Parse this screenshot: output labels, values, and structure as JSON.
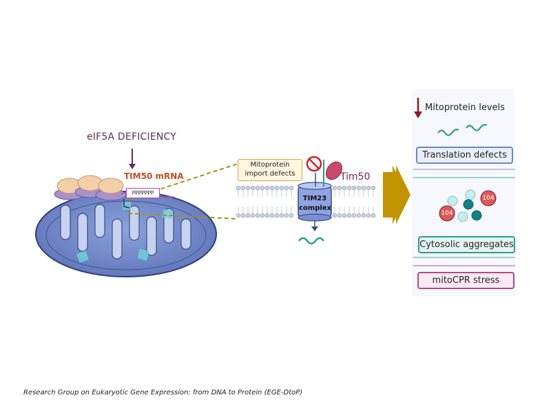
{
  "diagram": {
    "deficiency_label": "eIF5A DEFICIENCY",
    "mrna_label": "TIM50 mRNA",
    "polyproline_label": "PPPPPPP",
    "import_defects_label": "Mitoprotein import defects",
    "tim23_label": "TIM23 complex",
    "tim50_label": "Tim50"
  },
  "outcomes": {
    "mitoprotein_levels_label": "Mitoprotein levels",
    "translation_defects_label": "Translation defects",
    "aggregate_number_label": "104",
    "cytosolic_aggregates_label": "Cytosolic aggregates",
    "mitocpr_stress_label": "mitoCPR stress"
  },
  "footer": {
    "credit": "Research Group on Eukaryotic Gene Expression: from DNA to Protein (EGE-DtoP)"
  },
  "colors": {
    "mitochondrion": "#7f97d4",
    "matrix": "#6c82c4",
    "cristae": "#b9c7ec",
    "ribosome": "#f3cfa8",
    "teal": "#2a9d8f",
    "arrow": "#c19300",
    "deficiency": "#5a2d5e",
    "mrna": "#c0501f"
  }
}
